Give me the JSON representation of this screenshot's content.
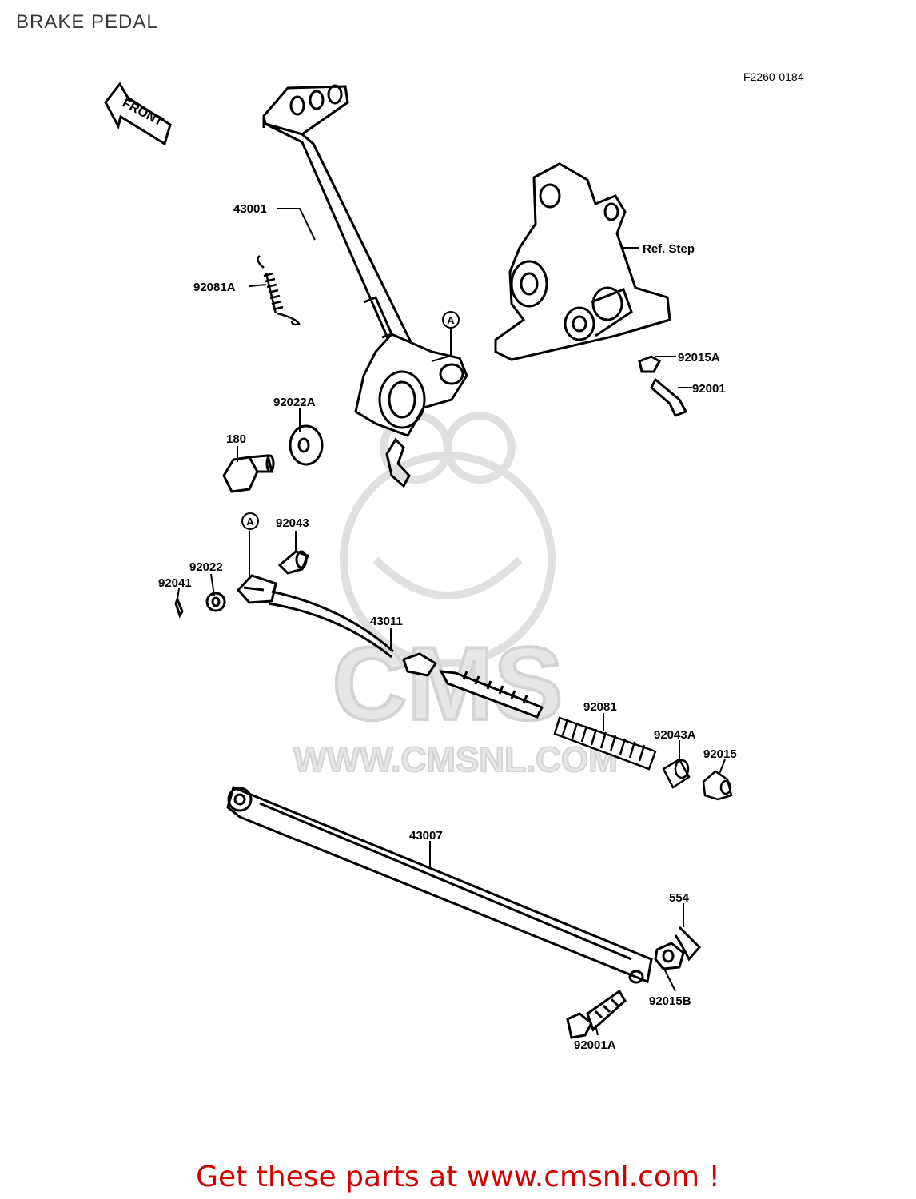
{
  "header": {
    "title": "BRAKE PEDAL"
  },
  "diagram": {
    "figure_code": "F2260-0184",
    "direction_marker": "FRONT",
    "reference_marker": "A",
    "watermark": {
      "text": "CMS",
      "url": "WWW.CMSNL.COM"
    },
    "labels": {
      "l43001": "43001",
      "l92081A": "92081A",
      "lRefStep": "Ref. Step",
      "l92015A": "92015A",
      "l92001": "92001",
      "l92022A": "92022A",
      "l180": "180",
      "l92043": "92043",
      "l92022": "92022",
      "l92041": "92041",
      "l43011": "43011",
      "l92081": "92081",
      "l92043A": "92043A",
      "l92015": "92015",
      "l43007": "43007",
      "l554": "554",
      "l92015B": "92015B",
      "l92001A": "92001A"
    }
  },
  "footer": {
    "link_text": "Get these parts at www.cmsnl.com !"
  },
  "colors": {
    "line": "#000000",
    "footer": "#d40000",
    "watermark": "#e2e2e2"
  }
}
